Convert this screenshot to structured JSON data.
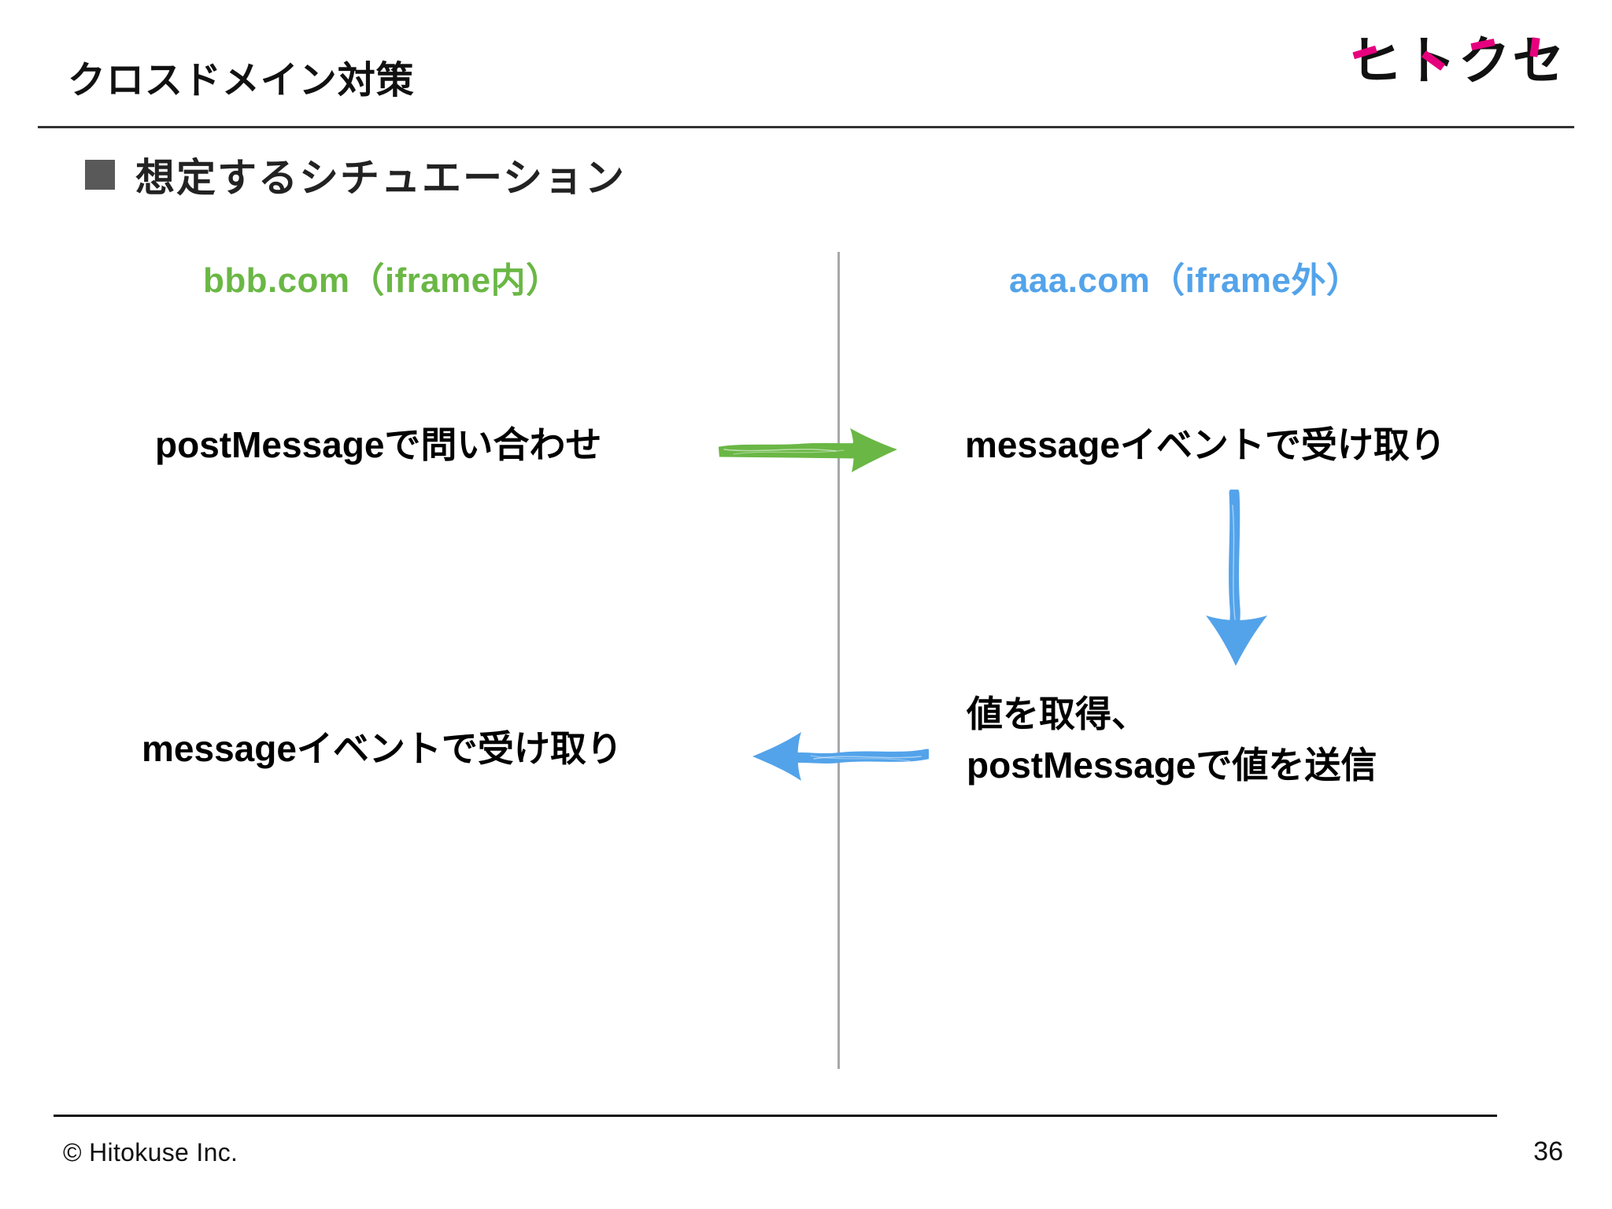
{
  "header": {
    "title": "クロスドメイン対策",
    "logo_text": "ヒトクセ",
    "logo_chars": [
      "ヒ",
      "ト",
      "ク",
      "セ"
    ],
    "logo_accent_color": "#e6007e",
    "rule_color": "#333333"
  },
  "section": {
    "bullet": "■",
    "bullet_color": "#595959",
    "heading": "想定するシチュエーション"
  },
  "diagram": {
    "divider_color": "#a6a8ab",
    "columns": [
      {
        "id": "left",
        "label": "bbb.com（iframe内）",
        "color": "#6ab745"
      },
      {
        "id": "right",
        "label": "aaa.com（iframe外）",
        "color": "#53a3ea"
      }
    ],
    "nodes": [
      {
        "id": "left-top",
        "text": "postMessageで問い合わせ"
      },
      {
        "id": "right-top",
        "text": "messageイベントで受け取り"
      },
      {
        "id": "right-bottom-line1",
        "text": "値を取得、"
      },
      {
        "id": "right-bottom-line2",
        "text": "postMessageで値を送信"
      },
      {
        "id": "left-bottom",
        "text": "messageイベントで受け取り"
      }
    ],
    "arrows": [
      {
        "id": "request",
        "direction": "right",
        "color": "#6ab745",
        "from": "left-top",
        "to": "right-top"
      },
      {
        "id": "process",
        "direction": "down",
        "color": "#53a3ea",
        "from": "right-top",
        "to": "right-bottom"
      },
      {
        "id": "response",
        "direction": "left",
        "color": "#53a3ea",
        "from": "right-bottom",
        "to": "left-bottom"
      }
    ]
  },
  "footer": {
    "copyright": "© Hitokuse Inc.",
    "page_number": "36"
  }
}
